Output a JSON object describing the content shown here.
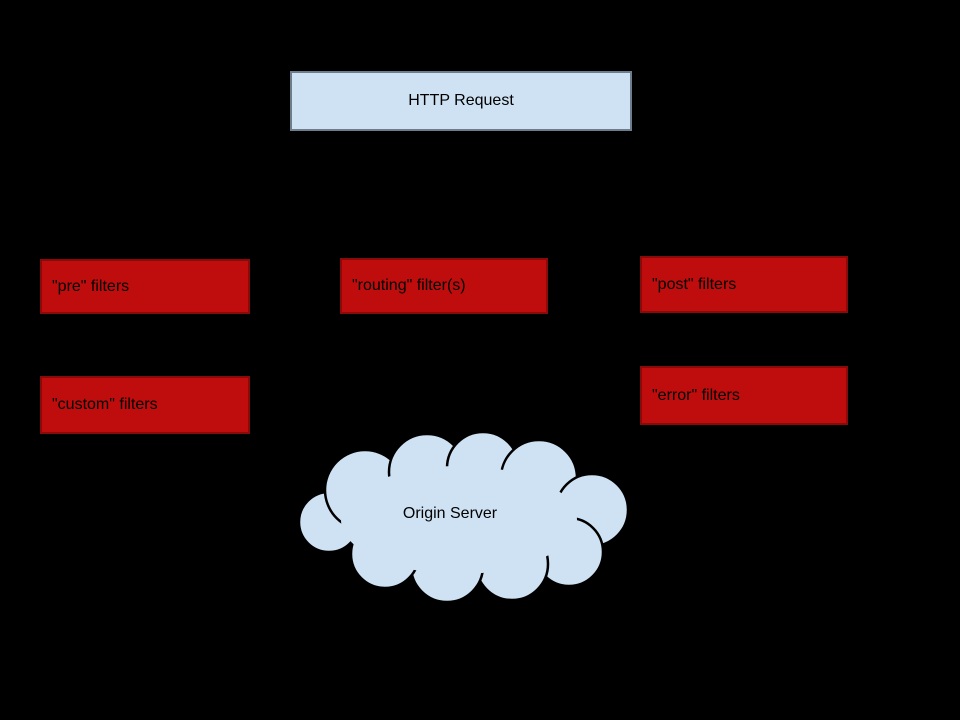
{
  "colors": {
    "background": "#000000",
    "red_fill": "#bf0d0d",
    "red_border": "#8a0a0a",
    "blue_fill": "#cfe2f3",
    "blue_border": "#6d7d8c",
    "cloud_fill": "#cfe2f3",
    "cloud_stroke": "#000000",
    "text": "#000000"
  },
  "nodes": {
    "http_request": {
      "label": "HTTP Request",
      "shape": "rectangle"
    },
    "pre_filters": {
      "label": "\"pre\" filters",
      "shape": "rectangle"
    },
    "routing_filters": {
      "label": "\"routing\" filter(s)",
      "shape": "rectangle"
    },
    "post_filters": {
      "label": "\"post\" filters",
      "shape": "rectangle"
    },
    "custom_filters": {
      "label": "\"custom\" filters",
      "shape": "rectangle"
    },
    "error_filters": {
      "label": "\"error\" filters",
      "shape": "rectangle"
    },
    "origin_server": {
      "label": "Origin Server",
      "shape": "cloud"
    }
  }
}
